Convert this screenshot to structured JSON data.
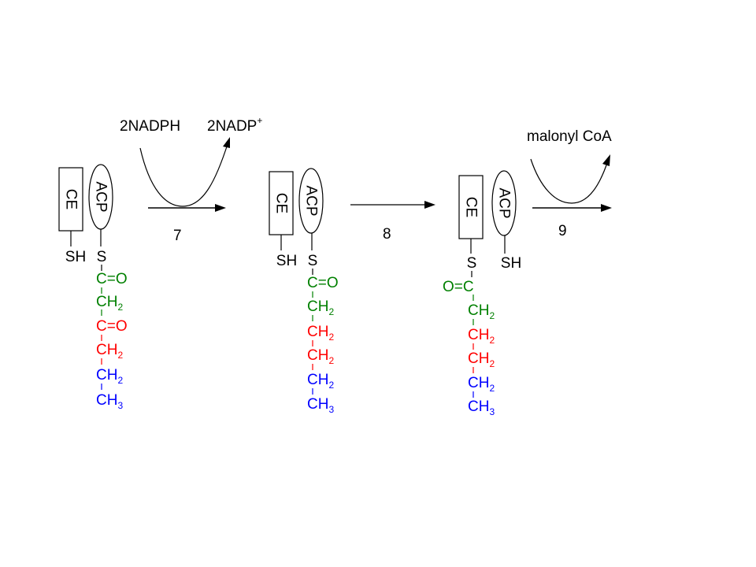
{
  "colors": {
    "black": "#000000",
    "green": "#008000",
    "red": "#ff0000",
    "blue": "#0000ff"
  },
  "labels": {
    "ce": "CE",
    "acp": "ACP",
    "sh": "SH",
    "s": "S"
  },
  "groups": {
    "co": "C=O",
    "oc": "O=C",
    "ch": "CH",
    "sub2": "2",
    "sub3": "3"
  },
  "reactions": {
    "r7": {
      "step": "7",
      "reagent_in": "2NADPH",
      "reagent_out": "2NADP",
      "out_charge": "+"
    },
    "r8": {
      "step": "8"
    },
    "r9": {
      "step": "9",
      "reagent_out": "malonyl CoA"
    }
  }
}
